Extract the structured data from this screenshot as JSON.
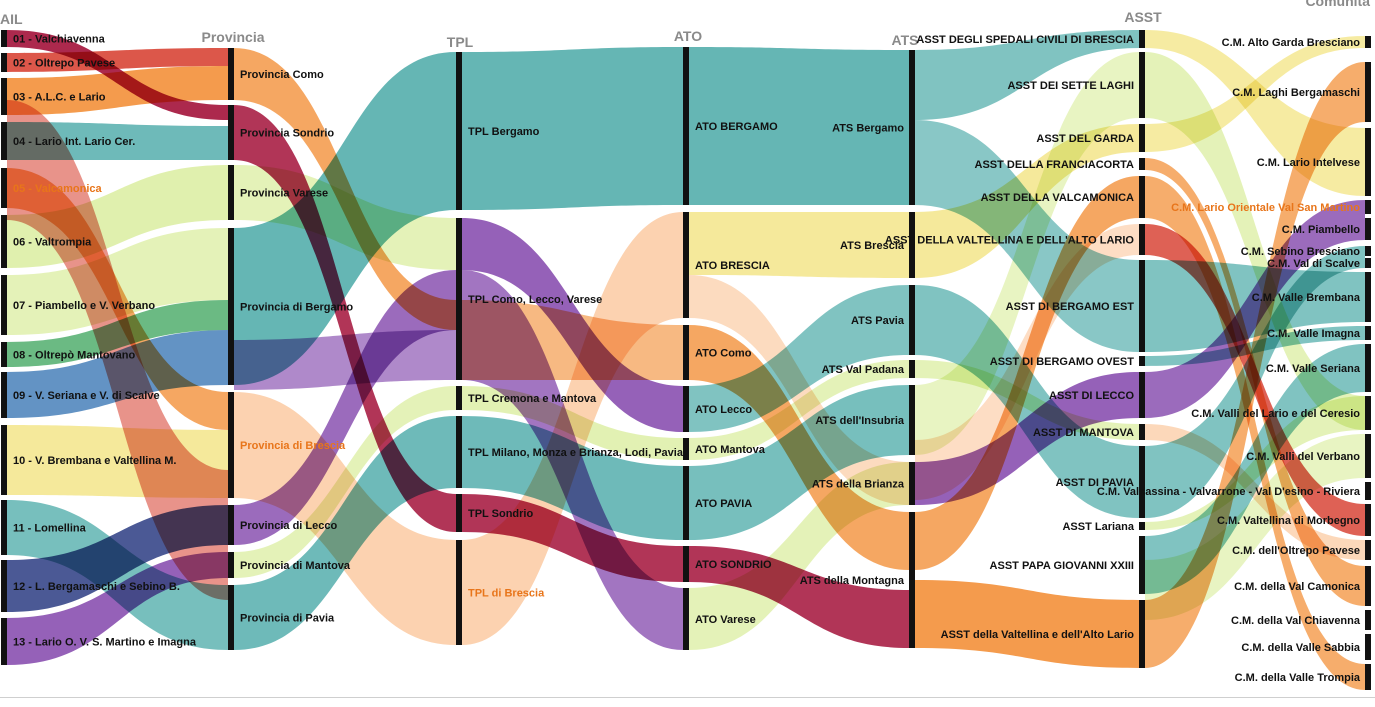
{
  "diagram": {
    "type": "sankey",
    "columns": [
      {
        "title": "AIL",
        "nodes": [
          {
            "label": "01 - Valchiavenna"
          },
          {
            "label": "02 - Oltrepo Pavese"
          },
          {
            "label": "03 - A.L.C. e Lario"
          },
          {
            "label": "04 - Lario Int. Lario Cer."
          },
          {
            "label": "05 - Valcamonica",
            "highlight": true
          },
          {
            "label": "06 - Valtrompia"
          },
          {
            "label": "07 - Piambello e V. Verbano"
          },
          {
            "label": "08 - Oltrepò Mantovano"
          },
          {
            "label": "09 - V. Seriana e V. di Scalve"
          },
          {
            "label": "10 - V. Brembana e Valtellina M."
          },
          {
            "label": "11 - Lomellina"
          },
          {
            "label": "12 - L. Bergamaschi e Sebino B."
          },
          {
            "label": "13 - Lario O. V. S. Martino e Imagna"
          }
        ]
      },
      {
        "title": "Provincia",
        "nodes": [
          {
            "label": "Provincia Como"
          },
          {
            "label": "Provincia Sondrio"
          },
          {
            "label": "Provincia Varese"
          },
          {
            "label": "Provincia di Bergamo"
          },
          {
            "label": "Provincia di Brescia",
            "highlight": true
          },
          {
            "label": "Provincia di Lecco"
          },
          {
            "label": "Provincia di Mantova"
          },
          {
            "label": "Provincia di Pavia"
          }
        ]
      },
      {
        "title": "TPL",
        "nodes": [
          {
            "label": "TPL Bergamo"
          },
          {
            "label": "TPL Como, Lecco, Varese"
          },
          {
            "label": "TPL Cremona e Mantova"
          },
          {
            "label": "TPL Milano, Monza e Brianza, Lodi, Pavia"
          },
          {
            "label": "TPL Sondrio"
          },
          {
            "label": "TPL di Brescia",
            "highlight": true
          }
        ]
      },
      {
        "title": "ATO",
        "nodes": [
          {
            "label": "ATO BERGAMO"
          },
          {
            "label": "ATO BRESCIA"
          },
          {
            "label": "ATO Como"
          },
          {
            "label": "ATO Lecco"
          },
          {
            "label": "ATO Mantova"
          },
          {
            "label": "ATO PAVIA"
          },
          {
            "label": "ATO SONDRIO"
          },
          {
            "label": "ATO Varese"
          }
        ]
      },
      {
        "title": "ATS",
        "nodes": [
          {
            "label": "ATS Bergamo"
          },
          {
            "label": "ATS Brescia"
          },
          {
            "label": "ATS Pavia"
          },
          {
            "label": "ATS Val Padana"
          },
          {
            "label": "ATS dell'Insubria"
          },
          {
            "label": "ATS della Brianza"
          },
          {
            "label": "ATS della Montagna"
          }
        ]
      },
      {
        "title": "ASST",
        "nodes": [
          {
            "label": "ASST DEGLI SPEDALI CIVILI DI BRESCIA"
          },
          {
            "label": "ASST DEI SETTE LAGHI"
          },
          {
            "label": "ASST DEL GARDA"
          },
          {
            "label": "ASST DELLA FRANCIACORTA"
          },
          {
            "label": "ASST DELLA VALCAMONICA"
          },
          {
            "label": "ASST DELLA VALTELLINA E DELL'ALTO LARIO"
          },
          {
            "label": "ASST DI BERGAMO EST"
          },
          {
            "label": "ASST DI BERGAMO OVEST"
          },
          {
            "label": "ASST DI LECCO"
          },
          {
            "label": "ASST DI MANTOVA"
          },
          {
            "label": "ASST DI PAVIA"
          },
          {
            "label": "ASST Lariana"
          },
          {
            "label": "ASST PAPA GIOVANNI XXIII"
          },
          {
            "label": "ASST della Valtellina e dell'Alto Lario"
          }
        ]
      },
      {
        "title": "Comunità",
        "nodes": [
          {
            "label": "C.M. Alto Garda Bresciano"
          },
          {
            "label": "C.M. Laghi Bergamaschi"
          },
          {
            "label": "C.M. Lario Intelvese"
          },
          {
            "label": "C.M. Lario Orientale Val San Martino",
            "highlight": true
          },
          {
            "label": "C.M. Piambello"
          },
          {
            "label": "C.M. Sebino Bresciano"
          },
          {
            "label": "C.M. Val di Scalve"
          },
          {
            "label": "C.M. Valle Brembana"
          },
          {
            "label": "C.M. Valle Imagna"
          },
          {
            "label": "C.M. Valle Seriana"
          },
          {
            "label": "C.M. Valli del Lario e del Ceresio"
          },
          {
            "label": "C.M. Valli del Verbano"
          },
          {
            "label": "C.M. Valsassina - Valvarrone - Val D'esino - Riviera"
          },
          {
            "label": "C.M. Valtellina di Morbegno"
          },
          {
            "label": "C.M. dell'Oltrepo Pavese"
          },
          {
            "label": "C.M. della Val Camonica"
          },
          {
            "label": "C.M. della Val Chiavenna"
          },
          {
            "label": "C.M. della Valle Sabbia"
          },
          {
            "label": "C.M. della Valle Trompia"
          }
        ]
      }
    ],
    "colors": {
      "teal": "#4aa9a7",
      "orange": "#f28a2e",
      "peach": "#fbc79c",
      "lime": "#d8ec9a",
      "purple": "#7a3aa6",
      "crimson": "#a3123a",
      "blue": "#2f6fb0",
      "navy": "#1e2f7a",
      "green": "#3aa35a",
      "red": "#d63a2a",
      "yellow": "#f2e27a",
      "node_bar": "#111111",
      "highlight_text": "#e8751a",
      "title_text": "#8a8a8a"
    }
  }
}
